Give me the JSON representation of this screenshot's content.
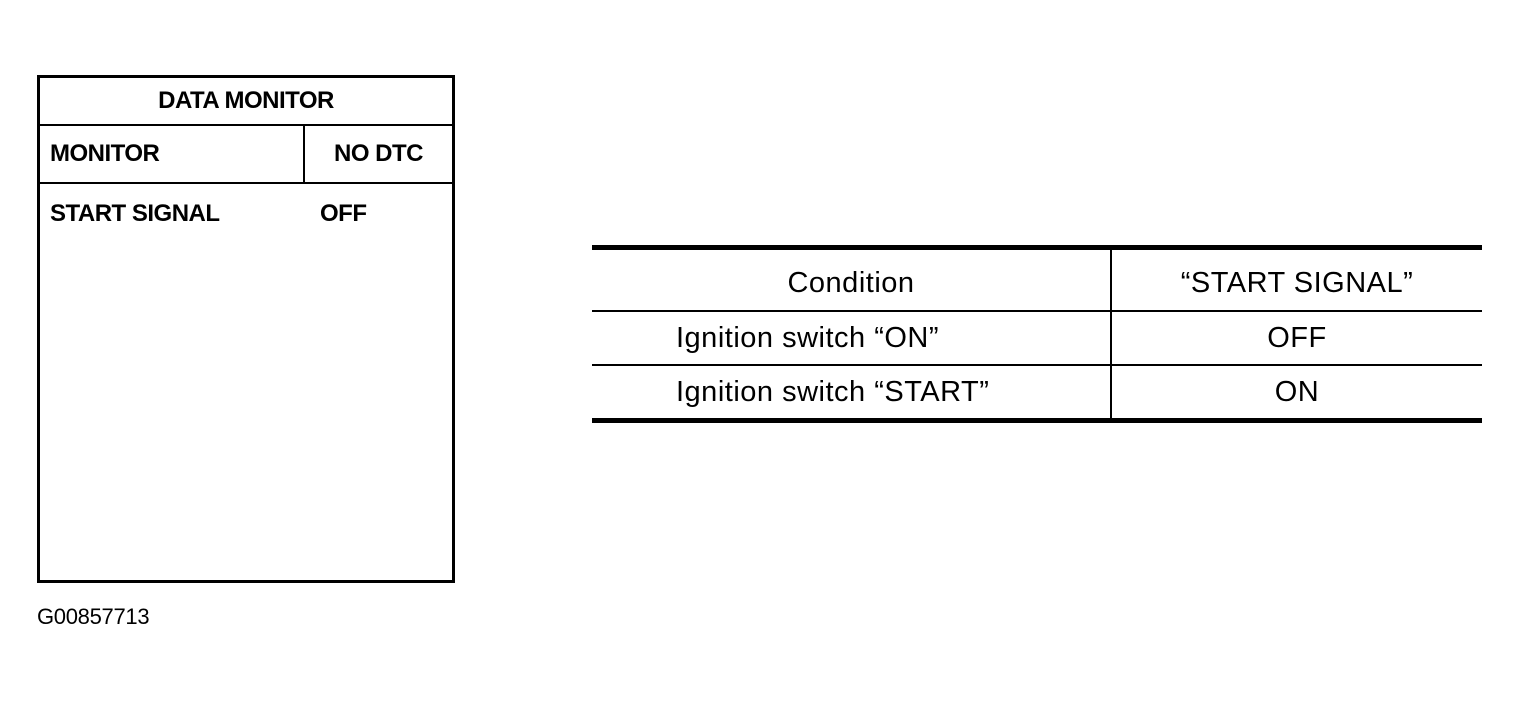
{
  "data_monitor": {
    "title": "DATA MONITOR",
    "header": {
      "left": "MONITOR",
      "right": "NO DTC"
    },
    "rows": [
      {
        "item": "START SIGNAL",
        "value": "OFF"
      }
    ]
  },
  "figure_id": "G00857713",
  "condition_table": {
    "columns": [
      "Condition",
      "“START SIGNAL”"
    ],
    "rows": [
      {
        "condition": "Ignition switch “ON”",
        "value": "OFF"
      },
      {
        "condition": "Ignition switch “START”",
        "value": "ON"
      }
    ]
  }
}
